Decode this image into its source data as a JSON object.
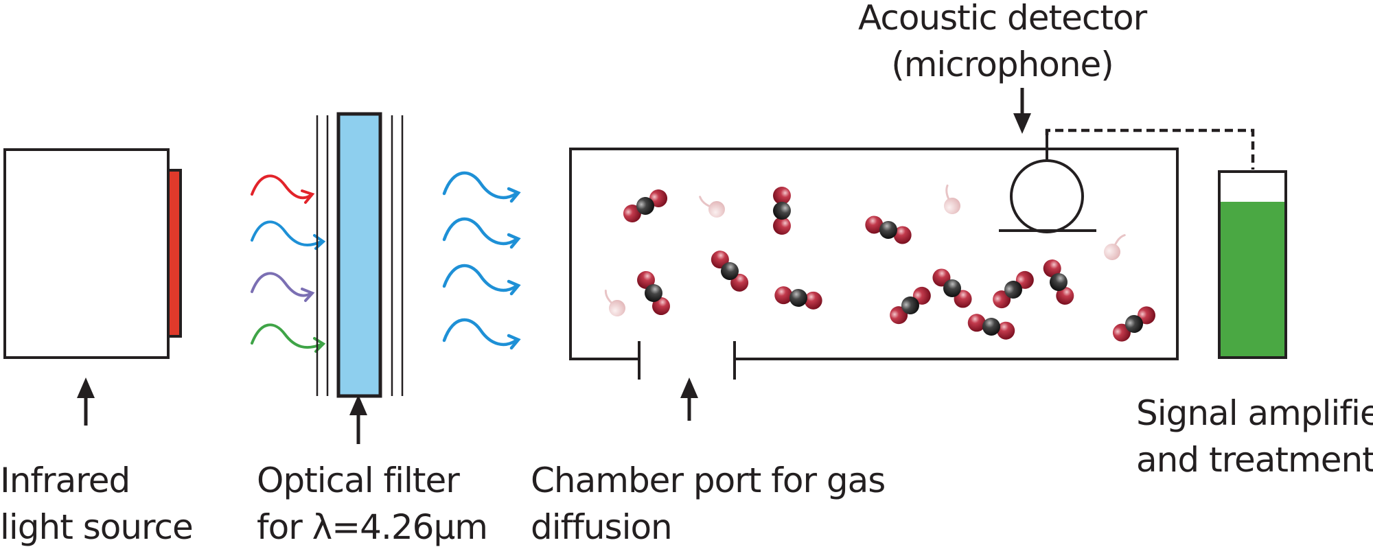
{
  "labels": {
    "light_source": [
      "Infrared",
      "light source"
    ],
    "optical_filter": [
      "Optical filter",
      "for λ=4.26μm"
    ],
    "chamber_port": [
      "Chamber port for gas",
      "diffusion"
    ],
    "acoustic_detector": [
      "Acoustic detector",
      "(microphone)"
    ],
    "signal_amplifier": [
      "Signal amplifier",
      "and treatment"
    ]
  },
  "colors": {
    "outline": "#231f20",
    "emitter": "#e03a2b",
    "filter": "#8ecfee",
    "wave_red": "#e2232a",
    "wave_blue": "#1e90d6",
    "wave_purple": "#7b6fb3",
    "wave_green": "#3fa447",
    "liquid": "#4aa843",
    "oxygen": "#9c1c2c",
    "carbon": "#2f2f2f",
    "faded": "#e8c4c6"
  },
  "icons": {
    "molecule": "co2-molecule-icon",
    "faded_molecule": "gas-molecule-icon",
    "microphone": "microphone-icon",
    "arrow": "arrow-up-icon"
  }
}
